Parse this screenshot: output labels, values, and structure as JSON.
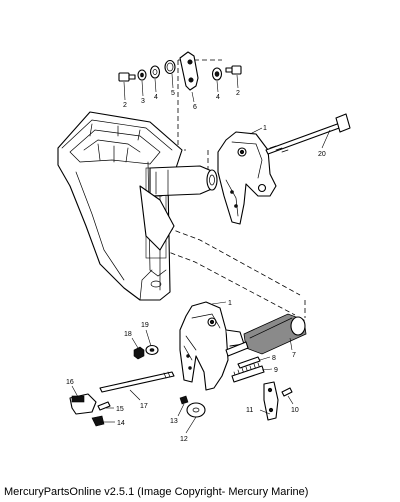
{
  "diagram": {
    "labels": {
      "p1_top": "1",
      "p1_bottom": "1",
      "p2_left": "2",
      "p2_right": "2",
      "p3": "3",
      "p4_left": "4",
      "p4_right": "4",
      "p5": "5",
      "p6": "6",
      "p7": "7",
      "p8": "8",
      "p9": "9",
      "p10": "10",
      "p11": "11",
      "p12": "12",
      "p13": "13",
      "p14": "14",
      "p15": "15",
      "p16": "16",
      "p17": "17",
      "p18": "18",
      "p19": "19",
      "p20": "20"
    }
  },
  "footer": {
    "copyright": "MercuryPartsOnline v2.5.1 (Image Copyright- Mercury Marine)"
  }
}
